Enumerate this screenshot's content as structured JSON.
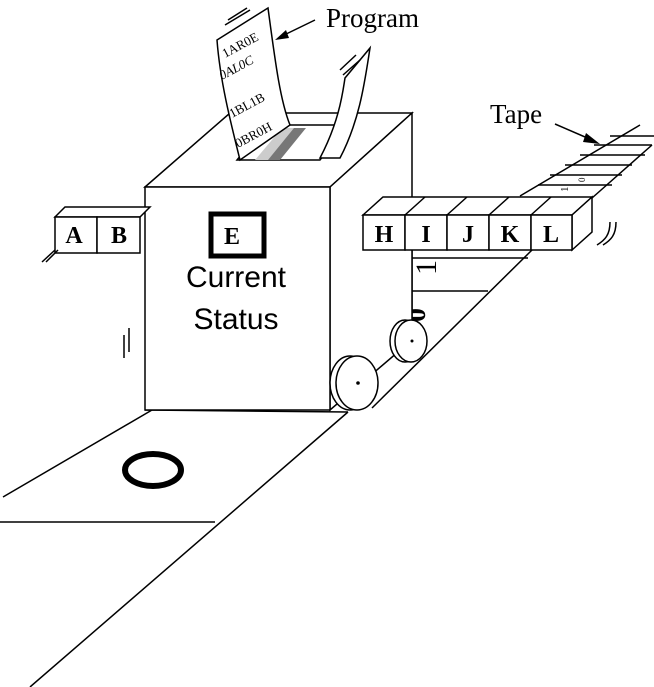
{
  "labels": {
    "program": "Program",
    "tape": "Tape"
  },
  "program_lines": [
    "1AR0E",
    "0AL0C",
    "1BL1B",
    "0BR0H"
  ],
  "head": {
    "current_symbol": "E",
    "status_line1": "Current",
    "status_line2": "Status"
  },
  "cells_left": [
    "A",
    "B"
  ],
  "cells_right": [
    "H",
    "I",
    "J",
    "K",
    "L"
  ],
  "tape_symbols": {
    "front": "0",
    "near": "1",
    "near2": "0",
    "far1": "1",
    "far2": "0"
  }
}
